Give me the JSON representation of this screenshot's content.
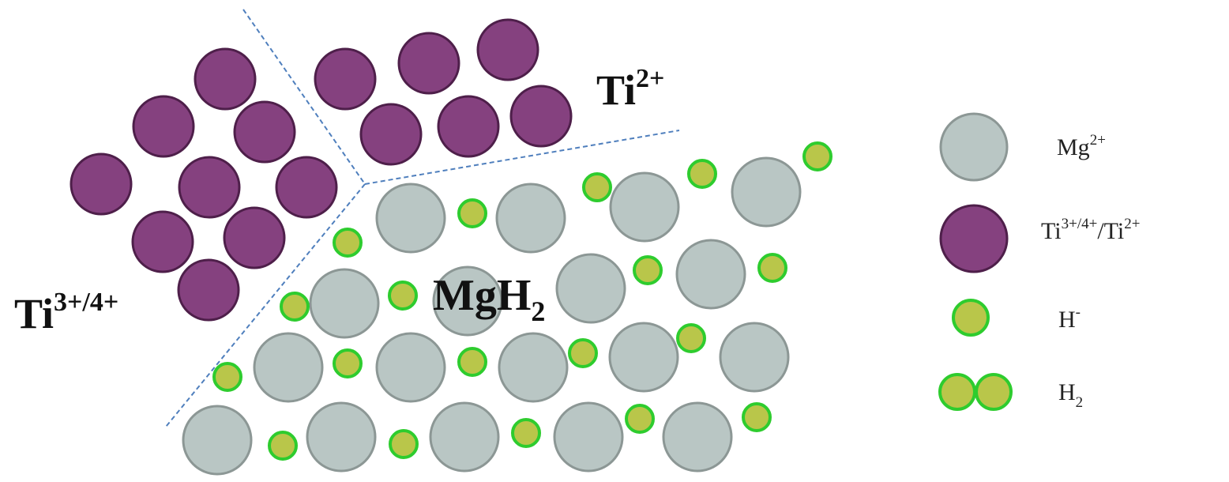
{
  "colors": {
    "mg": "#b9c6c4",
    "mg_stroke": "#8c9795",
    "ti": "#85417f",
    "ti_stroke": "#4e1f4a",
    "h_fill": "#b9c64a",
    "h_stroke": "#2ecc2e",
    "boundary": "#4f7fbd"
  },
  "region_labels": {
    "ti2": {
      "base": "Ti",
      "sup": "2+"
    },
    "ti34": {
      "base": "Ti",
      "sup": "3+/4+"
    },
    "mgh2": {
      "base": "MgH",
      "sub": "2"
    }
  },
  "legend": {
    "mg": {
      "base": "Mg",
      "sup": "2+"
    },
    "ti": {
      "base": "Ti",
      "sup": "3+/4+",
      "tail": "/Ti",
      "tail_sup": "2+"
    },
    "h": {
      "base": "H",
      "sup": "-"
    },
    "h2": {
      "base": "H",
      "sub": "2"
    }
  }
}
